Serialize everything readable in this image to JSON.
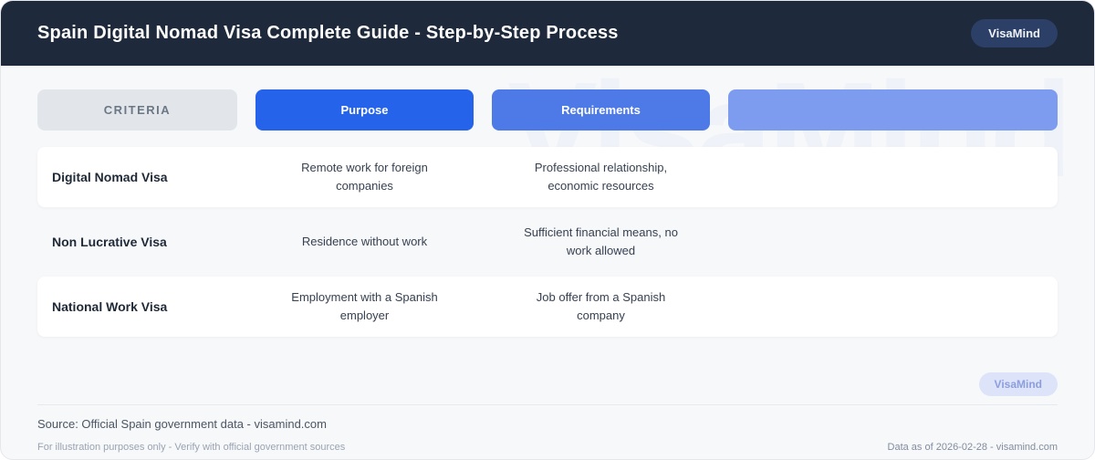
{
  "header": {
    "title": "Spain Digital Nomad Visa Complete Guide - Step-by-Step Process",
    "brand_badge": "VisaMind"
  },
  "colors": {
    "header_bg": "#1e2a3b",
    "accent_blue": "#2563eb",
    "requirements_blue": "#4e7ae8",
    "light_blue": "#7d9cf0",
    "criteria_gray": "#e2e6eb",
    "page_bg": "#f7f8fa"
  },
  "watermark": "VisaMind",
  "table": {
    "columns": [
      {
        "label": "CRITERIA"
      },
      {
        "label": "Purpose"
      },
      {
        "label": "Requirements"
      },
      {
        "label": ""
      }
    ],
    "rows": [
      {
        "criteria": "Digital Nomad Visa",
        "purpose": "Remote work for foreign companies",
        "requirements": "Professional relationship, economic resources",
        "col4": ""
      },
      {
        "criteria": "Non Lucrative Visa",
        "purpose": "Residence without work",
        "requirements": "Sufficient financial means, no work allowed",
        "col4": ""
      },
      {
        "criteria": "National Work Visa",
        "purpose": "Employment with a Spanish employer",
        "requirements": "Job offer from a Spanish company",
        "col4": ""
      }
    ]
  },
  "footer": {
    "brand_pill": "VisaMind",
    "source": "Source: Official Spain government data - visamind.com",
    "disclaimer": "For illustration purposes only - Verify with official government sources",
    "data_as_of": "Data as of 2026-02-28 - visamind.com"
  }
}
